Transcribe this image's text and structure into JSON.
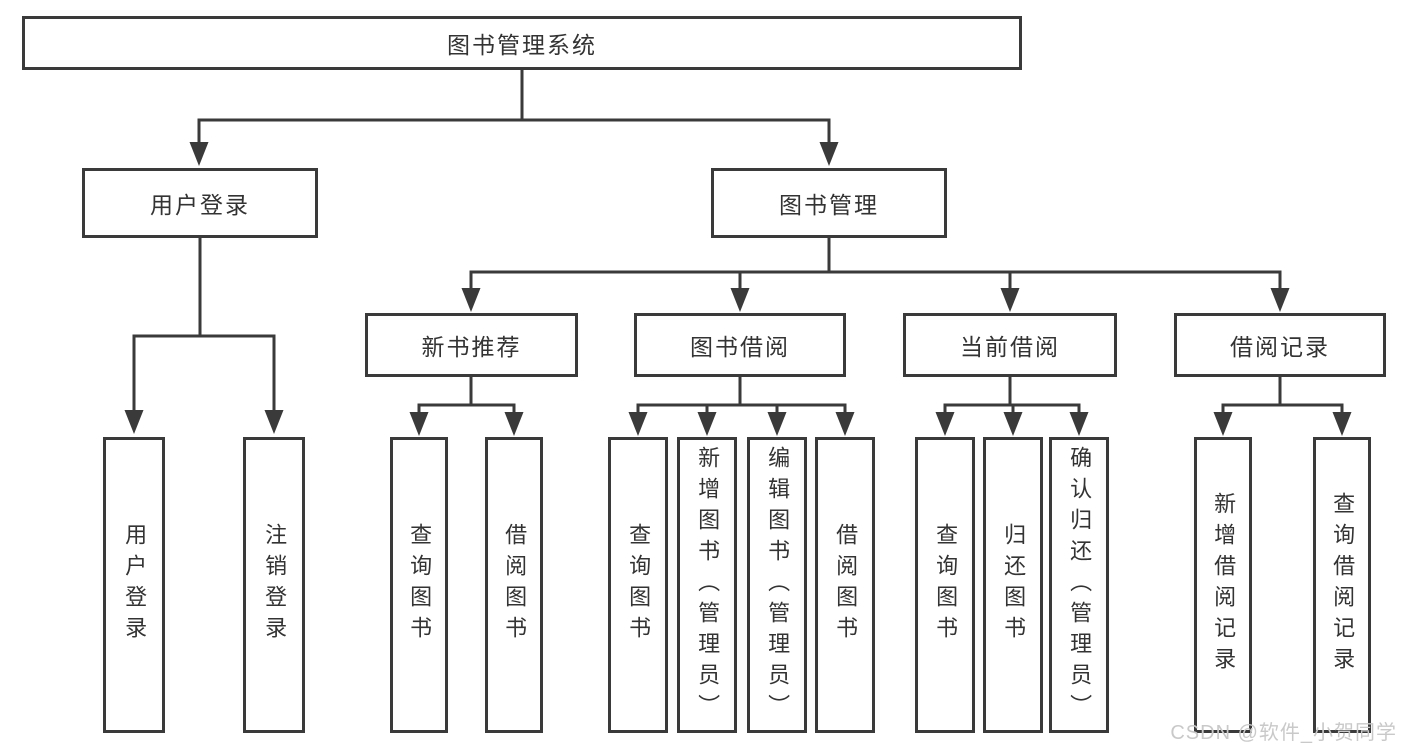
{
  "colors": {
    "line": "#3a3a3a",
    "text": "#333333",
    "watermark": "#c9c9c9"
  },
  "tree": {
    "root": "图书管理系统",
    "branches": [
      {
        "label": "用户登录",
        "children": [
          "用户登录",
          "注销登录"
        ]
      },
      {
        "label": "图书管理",
        "groups": [
          {
            "label": "新书推荐",
            "children": [
              "查询图书",
              "借阅图书"
            ]
          },
          {
            "label": "图书借阅",
            "children": [
              "查询图书",
              "新增图书（管理员）",
              "编辑图书（管理员）",
              "借阅图书"
            ]
          },
          {
            "label": "当前借阅",
            "children": [
              "查询图书",
              "归还图书",
              "确认归还（管理员）"
            ]
          },
          {
            "label": "借阅记录",
            "children": [
              "新增借阅记录",
              "查询借阅记录"
            ]
          }
        ]
      }
    ]
  },
  "watermark": "CSDN @软件_小贺同学"
}
